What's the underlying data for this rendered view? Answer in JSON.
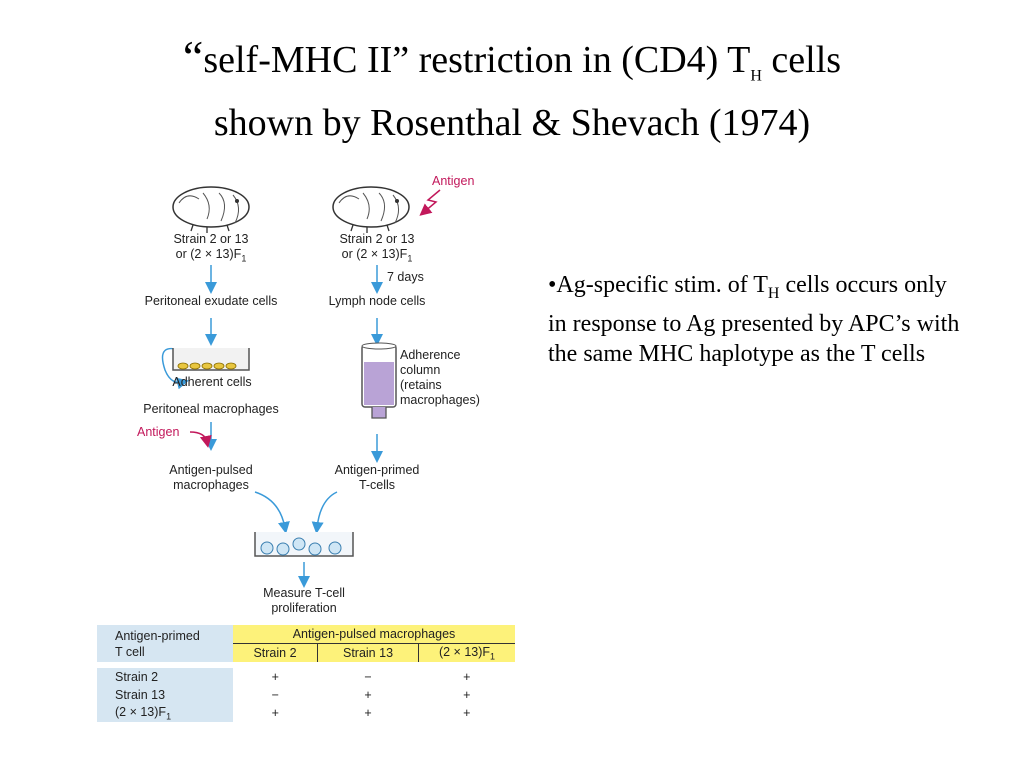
{
  "title": {
    "open_quote": "“",
    "line1_main": "self-MHC II” restriction in (CD4) T",
    "line1_sub": "H",
    "line1_end": " cells",
    "line2": "shown by Rosenthal & Shevach (1974)"
  },
  "bullet": {
    "prefix": "•Ag-specific stim. of T",
    "sub": "H",
    "rest": " cells occurs only in response to Ag presented by APC’s with the same MHC haplotype as the T cells"
  },
  "figure": {
    "antigen_top": "Antigen",
    "left_strain_a": "Strain 2 or 13",
    "left_strain_b": "or (2 × 13)F",
    "left_strain_sub": "1",
    "right_strain_a": "Strain 2 or 13",
    "right_strain_b": "or (2 × 13)F",
    "right_strain_sub": "1",
    "seven_days": "7 days",
    "peritoneal_exudate": "Peritoneal exudate cells",
    "lymph_node": "Lymph node cells",
    "adherent_cells": "Adherent cells",
    "peritoneal_macrophages": "Peritoneal macrophages",
    "adherence_1": "Adherence",
    "adherence_2": "column",
    "adherence_3": "(retains",
    "adherence_4": "macrophages)",
    "antigen_left": "Antigen",
    "pulsed_1": "Antigen-pulsed",
    "pulsed_2": "macrophages",
    "primed_1": "Antigen-primed",
    "primed_2": "T-cells",
    "measure_1": "Measure T-cell",
    "measure_2": "proliferation"
  },
  "table": {
    "corner_1": "Antigen-primed",
    "corner_2": "T cell",
    "group_header": "Antigen-pulsed macrophages",
    "columns": [
      "Strain 2",
      "Strain 13",
      "(2 × 13)F"
    ],
    "col3_sub": "1",
    "rows": [
      {
        "label": "Strain 2",
        "label_sub": "",
        "cells": [
          "+",
          "−",
          "+"
        ]
      },
      {
        "label": "Strain 13",
        "label_sub": "",
        "cells": [
          "−",
          "+",
          "+"
        ]
      },
      {
        "label": "(2 × 13)F",
        "label_sub": "1",
        "cells": [
          "+",
          "+",
          "+"
        ]
      }
    ]
  },
  "colors": {
    "arrow": "#3a9ad9",
    "antigen": "#c2185b",
    "table_header": "#d6e6f2",
    "table_highlight": "#fdf27a",
    "column_fill": "#b9a3d6"
  }
}
